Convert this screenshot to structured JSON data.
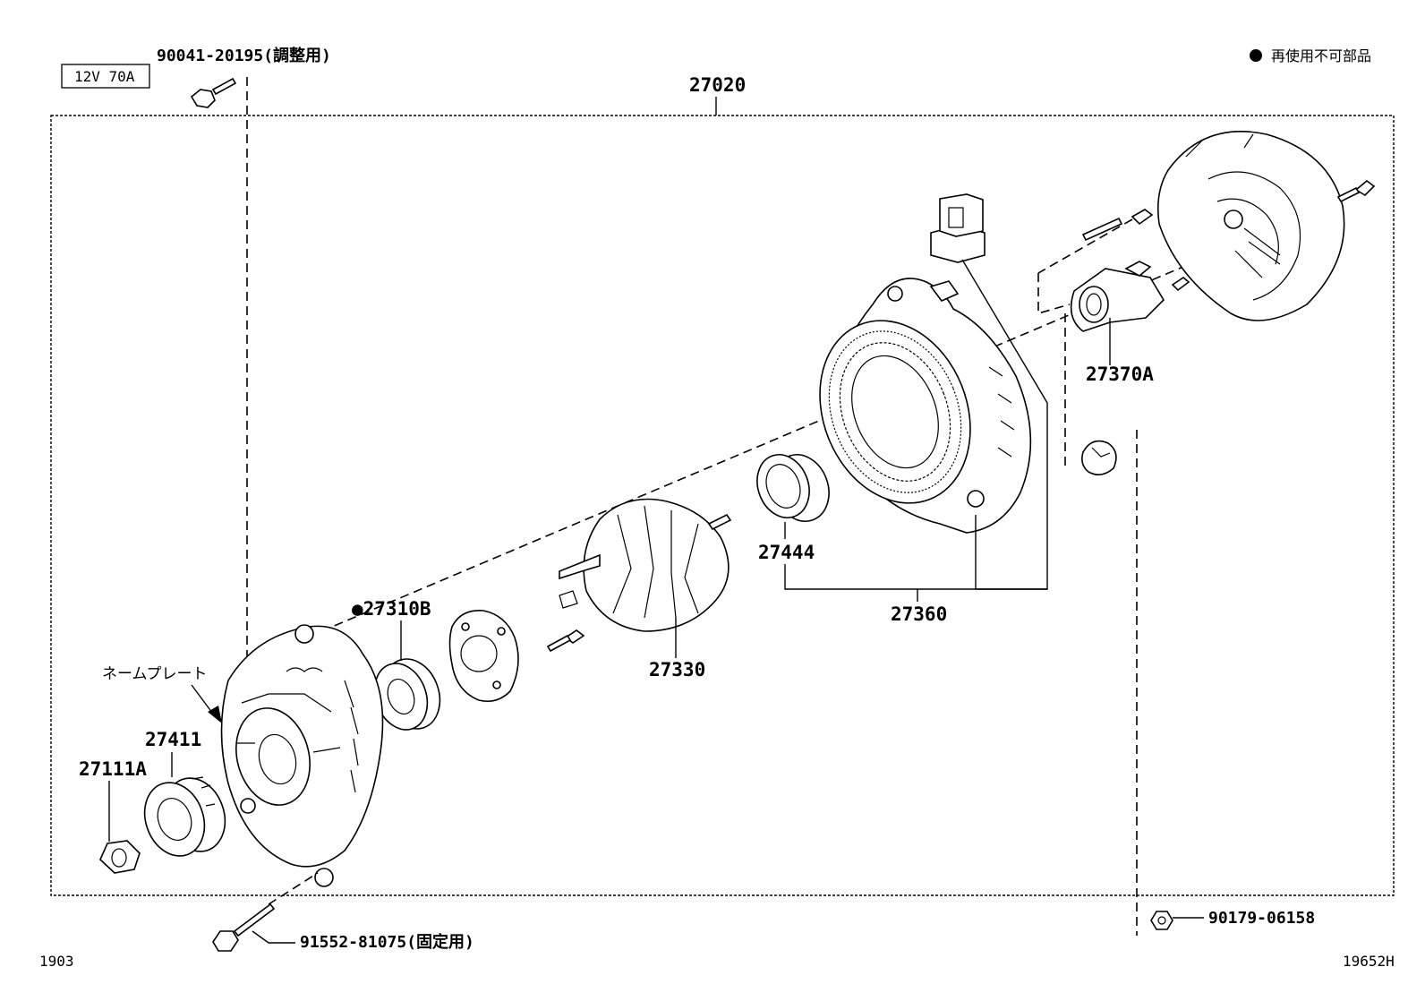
{
  "header": {
    "spec_box": "12V 70A",
    "legend_text": "再使用不可部品"
  },
  "labels": {
    "adjust_bolt": "90041-20195(調整用)",
    "assembly": "27020",
    "brush_holder": "27370A",
    "bearing_cover": "27444",
    "frame_assy": "27360",
    "rotor": "27330",
    "bearing": "●27310B",
    "nameplate": "ネームプレート",
    "pulley": "27411",
    "nut": "27111A",
    "fix_bolt": "91552-81075(固定用)",
    "terminal_nut": "90179-06158"
  },
  "footer": {
    "left_code": "1903",
    "right_code": "19652H"
  },
  "colors": {
    "ink": "#000000",
    "paper": "#ffffff"
  }
}
